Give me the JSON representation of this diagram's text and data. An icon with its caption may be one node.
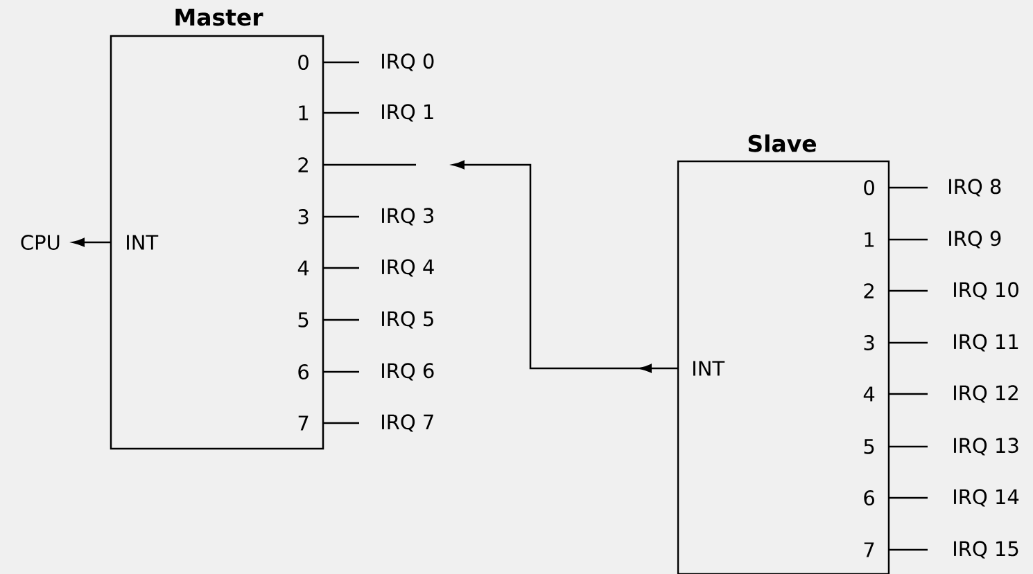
{
  "diagram": {
    "nodes": [
      {
        "text": [
          "Master",
          "0",
          "1",
          "2",
          "3",
          "4",
          "5",
          "6",
          "7",
          "INT"
        ]
      },
      {
        "text": [
          "Slave",
          "0",
          "1",
          "2",
          "3",
          "4",
          "5",
          "6",
          "7",
          "INT"
        ]
      },
      {
        "text": [
          "CPU"
        ]
      },
      {
        "text": [
          "IRQ 0"
        ]
      },
      {
        "text": [
          "IRQ 1"
        ]
      },
      {
        "text": [
          "IRQ 3"
        ]
      },
      {
        "text": [
          "IRQ 4"
        ]
      },
      {
        "text": [
          "IRQ 5"
        ]
      },
      {
        "text": [
          "IRQ 6"
        ]
      },
      {
        "text": [
          "IRQ 7"
        ]
      },
      {
        "text": [
          "IRQ 8"
        ]
      },
      {
        "text": [
          "IRQ 9"
        ]
      },
      {
        "text": [
          "IRQ 10"
        ]
      },
      {
        "text": [
          "IRQ 11"
        ]
      },
      {
        "text": [
          "IRQ 12"
        ]
      },
      {
        "text": [
          "IRQ 13"
        ]
      },
      {
        "text": [
          "IRQ 14"
        ]
      },
      {
        "text": [
          "IRQ 15"
        ]
      }
    ],
    "edges": [
      {
        "from": 0,
        "to": 2,
        "arrow": "to"
      },
      {
        "from": 1,
        "to": null,
        "arrow": "to"
      },
      {
        "from": 0,
        "to": null,
        "arrow": "none"
      },
      {
        "from": 0,
        "to": 3,
        "arrow": "none"
      },
      {
        "from": 0,
        "to": 4,
        "arrow": "none"
      },
      {
        "from": 0,
        "to": 5,
        "arrow": "none"
      },
      {
        "from": 0,
        "to": 6,
        "arrow": "none"
      },
      {
        "from": 0,
        "to": 7,
        "arrow": "none"
      },
      {
        "from": 0,
        "to": 8,
        "arrow": "none"
      },
      {
        "from": 0,
        "to": 9,
        "arrow": "none"
      },
      {
        "from": 1,
        "to": 10,
        "arrow": "none"
      },
      {
        "from": 1,
        "to": 11,
        "arrow": "none"
      },
      {
        "from": 1,
        "to": 12,
        "arrow": "none"
      },
      {
        "from": 1,
        "to": 13,
        "arrow": "none"
      },
      {
        "from": 1,
        "to": 14,
        "arrow": "none"
      },
      {
        "from": 1,
        "to": 15,
        "arrow": "none"
      },
      {
        "from": 1,
        "to": 16,
        "arrow": "none"
      },
      {
        "from": 1,
        "to": 17,
        "arrow": "none"
      }
    ]
  }
}
